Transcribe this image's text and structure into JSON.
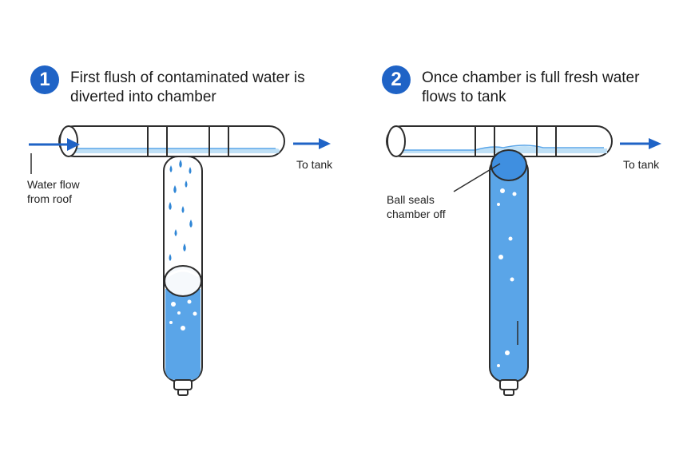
{
  "colors": {
    "accent": "#1f63c6",
    "water": "#5aa5e8",
    "water_light": "#bfe0f6",
    "pipe_stroke": "#2d2d2d",
    "pipe_fill": "#ffffff"
  },
  "panels": [
    {
      "step_number": "1",
      "title_line1": "First flush of contaminated water is",
      "title_line2": "diverted into chamber",
      "inflow_label_line1": "Water flow",
      "inflow_label_line2": "from roof",
      "outflow_label": "To tank"
    },
    {
      "step_number": "2",
      "title_line1": "Once chamber is full fresh water",
      "title_line2": "flows to tank",
      "ball_label_line1": "Ball seals",
      "ball_label_line2": "chamber off",
      "outflow_label": "To tank"
    }
  ]
}
